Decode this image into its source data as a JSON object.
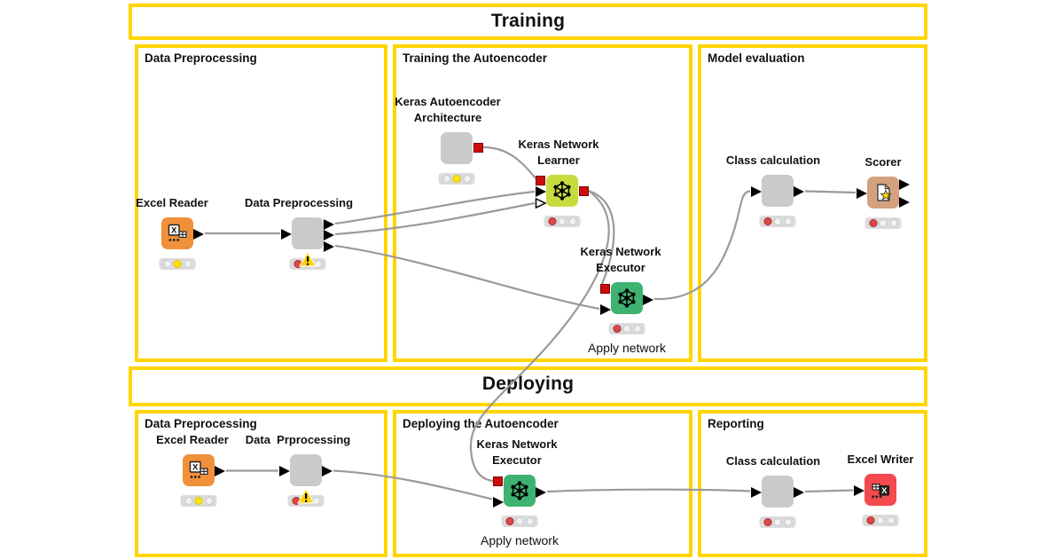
{
  "banners": {
    "training": "Training",
    "deploying": "Deploying"
  },
  "sections": {
    "training": {
      "boxes": [
        {
          "title": "Data Preprocessing"
        },
        {
          "title": "Training the Autoencoder"
        },
        {
          "title": "Model evaluation"
        }
      ]
    },
    "deploying": {
      "boxes": [
        {
          "title": "Data Preprocessing"
        },
        {
          "title": "Deploying the Autoencoder"
        },
        {
          "title": "Reporting"
        }
      ]
    }
  },
  "nodes": {
    "excel_reader_training": {
      "label": "Excel Reader",
      "status": "configured-yellow"
    },
    "data_preprocessing_training": {
      "label": "Data Preprocessing",
      "status": "error-red-warning"
    },
    "keras_autoencoder_architecture": {
      "line1": "Keras Autoencoder",
      "line2": "Architecture",
      "status": "configured-yellow"
    },
    "keras_network_learner": {
      "line1": "Keras Network",
      "line2": "Learner",
      "status": "not-configured-red"
    },
    "keras_network_executor_training": {
      "line1": "Keras Network",
      "line2": "Executor",
      "sublabel": "Apply network",
      "status": "not-configured-red"
    },
    "class_calculation_training": {
      "label": "Class calculation",
      "status": "not-configured-red"
    },
    "scorer": {
      "label": "Scorer",
      "status": "not-configured-red"
    },
    "excel_reader_deploying": {
      "label": "Excel Reader",
      "status": "configured-yellow"
    },
    "data_prprocessing_deploying": {
      "label": "Data  Prprocessing",
      "status": "error-red-warning"
    },
    "keras_network_executor_deploying": {
      "line1": "Keras Network",
      "line2": "Executor",
      "sublabel": "Apply network",
      "status": "not-configured-red"
    },
    "class_calculation_deploying": {
      "label": "Class calculation",
      "status": "not-configured-red"
    },
    "excel_writer": {
      "label": "Excel Writer",
      "status": "not-configured-red"
    }
  },
  "colors": {
    "annotation_border": "#FFD500",
    "excel_reader": "#F09038",
    "metanode": "#CACACA",
    "keras_learner": "#C6DC3E",
    "keras_executor": "#3EB271",
    "scorer": "#D3A17E",
    "excel_writer": "#F4494E",
    "wire": "#9A9A9A",
    "port_network": "#CE0B0B",
    "lamp_red": "#DC4848",
    "lamp_yellow": "#FFE60A"
  }
}
